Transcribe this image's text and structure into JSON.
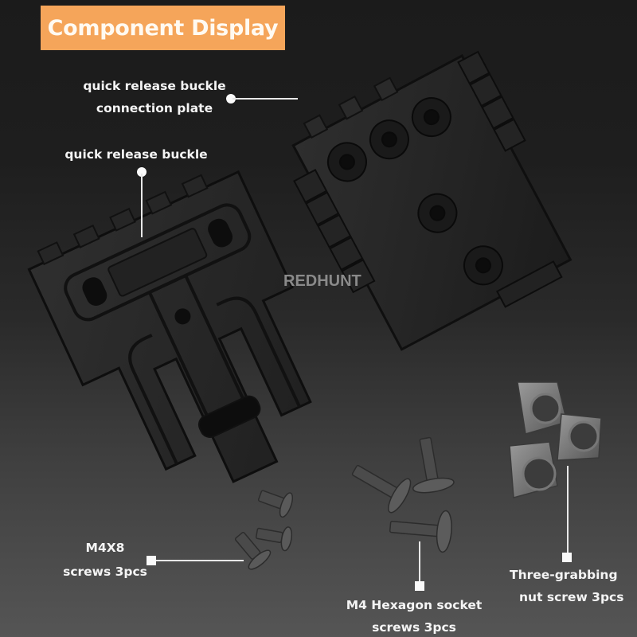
{
  "header": {
    "title": "Component Display",
    "badge_color": "#f5a55a"
  },
  "watermark": "REDHUNT",
  "callouts": [
    {
      "id": "connection-plate",
      "lines": [
        "quick release buckle",
        "connection plate"
      ],
      "marker": "dot"
    },
    {
      "id": "buckle",
      "lines": [
        "quick release buckle"
      ],
      "marker": "dot"
    },
    {
      "id": "m4x8-screws",
      "lines": [
        "M4X8",
        "screws 3pcs"
      ],
      "marker": "square"
    },
    {
      "id": "hex-socket-screws",
      "lines": [
        "M4 Hexagon socket",
        "screws 3pcs"
      ],
      "marker": "square"
    },
    {
      "id": "t-nuts",
      "lines": [
        "Three-grabbing",
        "nut screw 3pcs"
      ],
      "marker": "square"
    }
  ],
  "products": [
    {
      "name": "quick release buckle",
      "color": "#2a2a2a"
    },
    {
      "name": "quick release buckle connection plate",
      "color": "#262626"
    },
    {
      "name": "M4X8 screws",
      "quantity": "3pcs"
    },
    {
      "name": "M4 Hexagon socket screws",
      "quantity": "3pcs"
    },
    {
      "name": "Three-grabbing nut screw",
      "quantity": "3pcs"
    }
  ]
}
